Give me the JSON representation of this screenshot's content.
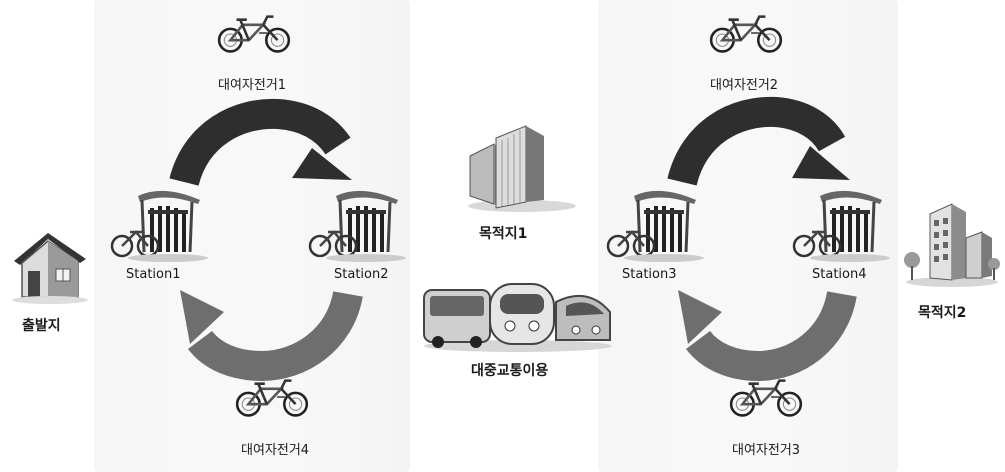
{
  "origin": {
    "label": "출발지",
    "icon": "house-icon"
  },
  "destination1": {
    "label": "목적지1",
    "icon": "office-buildings-icon"
  },
  "transit": {
    "label": "대중교통이용",
    "icon": "bus-train-icon"
  },
  "destination2": {
    "label": "목적지2",
    "icon": "city-buildings-icon"
  },
  "left_loop": {
    "top_bike": "대여자전거1",
    "bottom_bike": "대여자전거4",
    "station_a": "Station1",
    "station_b": "Station2"
  },
  "right_loop": {
    "top_bike": "대여자전거2",
    "bottom_bike": "대여자전거3",
    "station_a": "Station3",
    "station_b": "Station4"
  },
  "colors": {
    "arrow_dark": "#2e2e2e",
    "arrow_mid": "#6e6e6e",
    "panel": "#f6f6f6"
  }
}
